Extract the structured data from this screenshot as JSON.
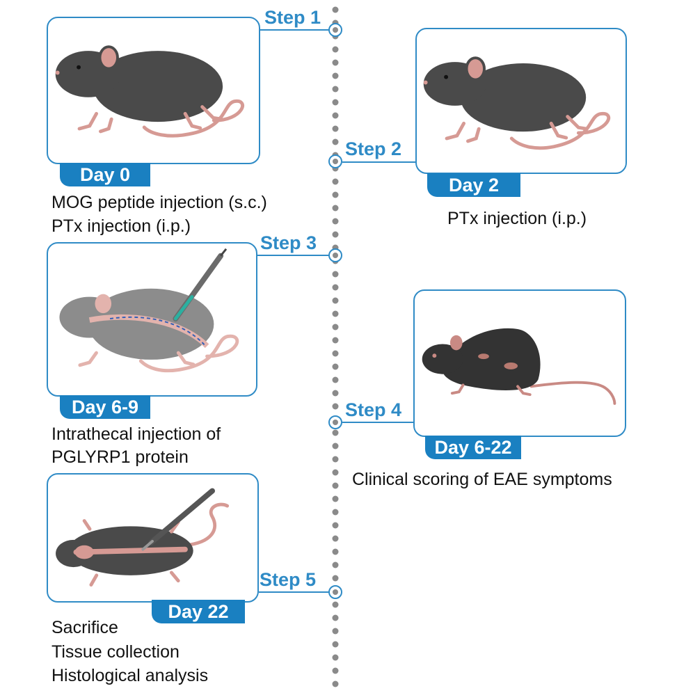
{
  "steps": [
    {
      "label": "Step 1",
      "day": "Day 0",
      "caption": [
        "MOG peptide injection (s.c.)",
        "PTx injection (i.p.)"
      ],
      "icon": "mouse-side-icon"
    },
    {
      "label": "Step 2",
      "day": "Day 2",
      "caption": [
        "PTx injection (i.p.)"
      ],
      "icon": "mouse-side-icon"
    },
    {
      "label": "Step 3",
      "day": "Day 6-9",
      "caption": [
        "Intrathecal injection of",
        "PGLYRP1 protein"
      ],
      "icon": "mouse-syringe-icon"
    },
    {
      "label": "Step 4",
      "day": "Day 6-22",
      "caption": [
        "Clinical scoring of EAE symptoms"
      ],
      "icon": "sick-mouse-icon"
    },
    {
      "label": "Step 5",
      "day": "Day 22",
      "caption": [
        "Sacrifice",
        "Tissue collection",
        "Histological analysis"
      ],
      "icon": "mouse-dissection-icon"
    }
  ],
  "colors": {
    "accent": "#2f8bc6",
    "badge": "#1a80c1",
    "mouse": "#4a4a4a",
    "tail": "#d69a94",
    "dots": "#8a8a8a"
  }
}
